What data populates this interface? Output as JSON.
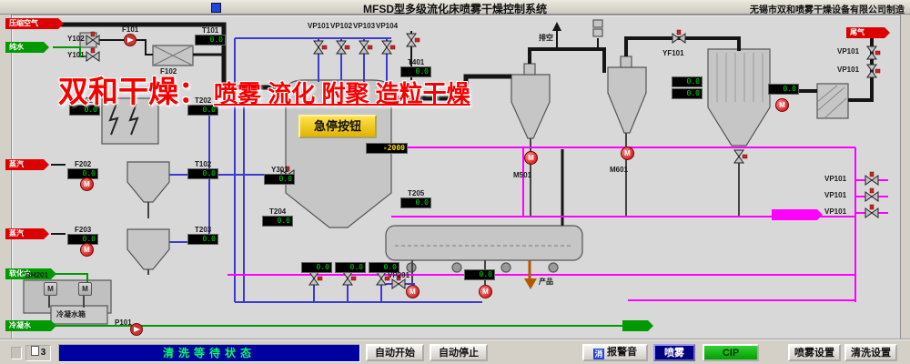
{
  "titlebar": {
    "title": "MFSD型多级流化床喷雾干燥控制系统",
    "company": "无锡市双和喷雾干燥设备有限公司制造"
  },
  "watermark": {
    "prefix": "双和干燥：",
    "suffix": "喷雾 流化 附聚 造粒干燥"
  },
  "estop_label": "急停按钮",
  "inlets": [
    {
      "label": "压缩空气",
      "color": "#dd0000"
    },
    {
      "label": "纯水",
      "color": "#009900"
    },
    {
      "label": "蒸汽",
      "color": "#dd0000"
    },
    {
      "label": "蒸汽",
      "color": "#dd0000"
    },
    {
      "label": "软化水",
      "color": "#009900"
    },
    {
      "label": "冷凝水",
      "color": "#009900"
    }
  ],
  "outlets": {
    "tailgas": "尾气",
    "exhaust": "排空",
    "product": "产品"
  },
  "equipment_labels": {
    "y102": "Y102",
    "f101": "F101",
    "y101": "Y101",
    "f102": "F102",
    "yf101": "YF101",
    "vp201": "VP201",
    "m501": "M501",
    "m601": "M601",
    "bh201": "BH201",
    "p101": "P101",
    "cond_tank": "冷凝水箱"
  },
  "top_valves": [
    "VP101",
    "VP102",
    "VP103",
    "VP104"
  ],
  "right_valves": [
    "VP101",
    "VP101",
    "VP101",
    "VP101",
    "VP101"
  ],
  "motor_letter": "M",
  "displays": [
    {
      "tag": "T101",
      "value": "0.0"
    },
    {
      "tag": "T202",
      "value": "0.0"
    },
    {
      "tag": "T201",
      "value": "0.0"
    },
    {
      "tag": "F202",
      "value": "0.0"
    },
    {
      "tag": "T102",
      "value": "0.0"
    },
    {
      "tag": "Y301",
      "value": "0.0"
    },
    {
      "tag": "F203",
      "value": "0.0"
    },
    {
      "tag": "T203",
      "value": "0.0"
    },
    {
      "tag": "T204",
      "value": "0.0"
    },
    {
      "tag": "T205",
      "value": "0.0"
    },
    {
      "tag": "T401",
      "value": "0.0"
    },
    {
      "tag": "",
      "value": "-2000"
    },
    {
      "tag": "",
      "value": "0.0"
    },
    {
      "tag": "",
      "value": "0.0"
    },
    {
      "tag": "",
      "value": "0.0"
    },
    {
      "tag": "",
      "value": "0.0"
    },
    {
      "tag": "",
      "value": "0.0"
    },
    {
      "tag": "",
      "value": "0.0"
    },
    {
      "tag": "",
      "value": "0.0"
    }
  ],
  "statusbar": {
    "page": "3",
    "status": "清洗等待状态",
    "auto_start": "自动开始",
    "auto_stop": "自动停止",
    "mute_icon": "消",
    "alarm": "报警音",
    "spray": "喷雾",
    "cip": "CIP",
    "spray_settings": "喷雾设置",
    "clean_settings": "清洗设置"
  },
  "colors": {
    "pipe_air": "#151515",
    "pipe_liquid": "#3b3bd0",
    "pipe_cip": "#ff00ff",
    "pipe_water": "#009900",
    "status_bg": "#0000a0",
    "status_text": "#00ff60",
    "cip_button": "#00a000",
    "estop_yellow": "#ffd700",
    "watermark_red": "#f50000"
  }
}
